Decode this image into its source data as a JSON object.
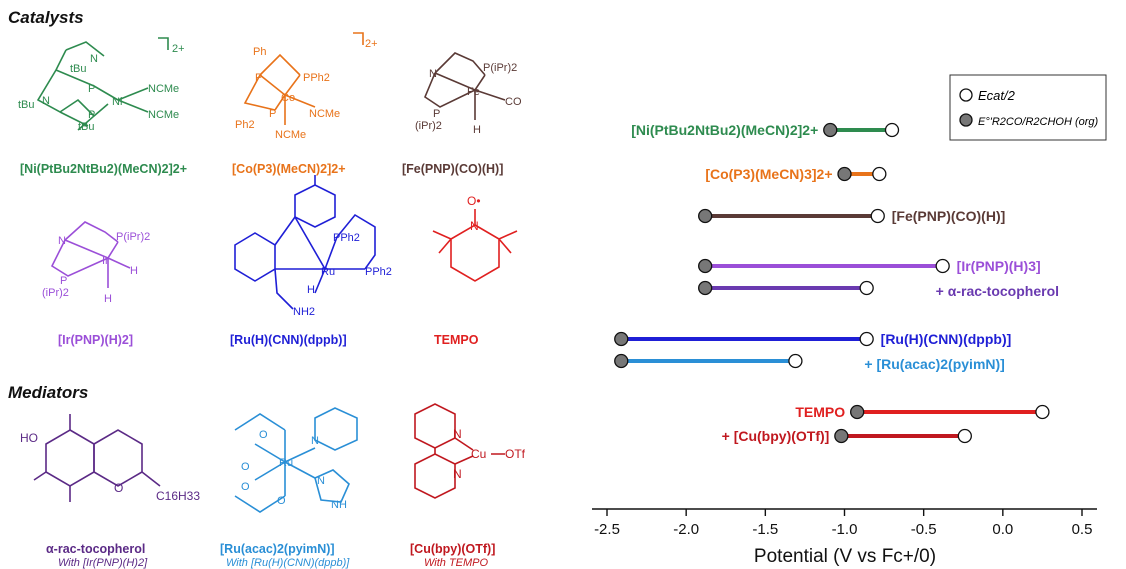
{
  "sections": {
    "catalysts": "Catalysts",
    "mediators": "Mediators"
  },
  "catalysts": [
    {
      "label": "[Ni(PtBu2NtBu2)(MeCN)2]2+",
      "color": "#2e8b4f"
    },
    {
      "label": "[Co(P3)(MeCN)2]2+",
      "color": "#e8731a"
    },
    {
      "label": "[Fe(PNP)(CO)(H)]",
      "color": "#5a3a36"
    },
    {
      "label": "[Ir(PNP)(H)2]",
      "color": "#9b4fd8"
    },
    {
      "label": "[Ru(H)(CNN)(dppb)]",
      "color": "#1f1fd6"
    },
    {
      "label": "TEMPO",
      "color": "#e02020"
    }
  ],
  "mediators": [
    {
      "label": "α-rac-tocopherol",
      "sublabel": "With [Ir(PNP)(H)2]",
      "color": "#5b2a86"
    },
    {
      "label": "[Ru(acac)2(pyimN)]",
      "sublabel": "With [Ru(H)(CNN)(dppb)]",
      "color": "#2a8fd6"
    },
    {
      "label": "[Cu(bpy)(OTf)]",
      "sublabel": "With TEMPO",
      "color": "#c0181f"
    }
  ],
  "structure_text": {
    "ni": [
      "tBu",
      "N",
      "tBu",
      "N",
      "P",
      "P",
      "tBu",
      "Ni",
      "NCMe",
      "NCMe",
      "2+"
    ],
    "co": [
      "Ph",
      "P",
      "PPh2",
      "Co",
      "P",
      "Ph2",
      "NCMe",
      "NCMe",
      "2+"
    ],
    "fe": [
      "N",
      "P(iPr)2",
      "Fe",
      "P",
      "(iPr)2",
      "CO",
      "H"
    ],
    "ir": [
      "N",
      "P(iPr)2",
      "Ir",
      "P",
      "(iPr)2",
      "H",
      "H"
    ],
    "ru": [
      "PPh2",
      "Ru",
      "PPh2",
      "H",
      "NH2"
    ],
    "tempo": [
      "O•",
      "N"
    ],
    "toco": [
      "HO",
      "O",
      "C16H33"
    ],
    "ruacac": [
      "O",
      "O",
      "Ru",
      "N",
      "O",
      "O",
      "N",
      "NH"
    ],
    "cu": [
      "N",
      "Cu",
      "OTf",
      "N"
    ]
  },
  "chart_data": {
    "type": "dumbbell",
    "xlabel": "Potential (V vs Fc+/0)",
    "xlim": [
      -2.5,
      0.5
    ],
    "xticks": [
      -2.5,
      -2.0,
      -1.5,
      -1.0,
      -0.5,
      0.0,
      0.5
    ],
    "legend": {
      "position": "top-right",
      "entries": [
        {
          "marker": "open-circle",
          "label": "Ecat/2"
        },
        {
          "marker": "filled-circle",
          "label": "E°'R2CO/R2CHOH (org)"
        }
      ]
    },
    "series": [
      {
        "name": "[Ni(PtBu2NtBu2)(MeCN)2]2+",
        "E_org": -1.09,
        "E_cat2": -0.7,
        "color": "#2e8b4f",
        "label_side": "left"
      },
      {
        "name": "[Co(P3)(MeCN)3]2+",
        "E_org": -1.0,
        "E_cat2": -0.78,
        "color": "#e8731a",
        "label_side": "left"
      },
      {
        "name": "[Fe(PNP)(CO)(H)]",
        "E_org": -1.88,
        "E_cat2": -0.79,
        "color": "#5a3a36",
        "label_side": "right"
      },
      {
        "name": "[Ir(PNP)(H)3]",
        "E_org": -1.88,
        "E_cat2": -0.38,
        "color": "#9b4fd8",
        "label_side": "right"
      },
      {
        "name": "+ α-rac-tocopherol",
        "E_org": -1.88,
        "E_cat2": -0.86,
        "color": "#6a3ab0",
        "label_side": "right"
      },
      {
        "name": "[Ru(H)(CNN)(dppb)]",
        "E_org": -2.41,
        "E_cat2": -0.86,
        "color": "#1f1fd6",
        "label_side": "right"
      },
      {
        "name": "+ [Ru(acac)2(pyimN)]",
        "E_org": -2.41,
        "E_cat2": -1.31,
        "color": "#2a8fd6",
        "label_side": "right"
      },
      {
        "name": "TEMPO",
        "E_org": -0.92,
        "E_cat2": 0.25,
        "color": "#e02020",
        "label_side": "left"
      },
      {
        "name": "+ [Cu(bpy)(OTf)]",
        "E_org": -1.02,
        "E_cat2": -0.24,
        "color": "#c0181f",
        "label_side": "left"
      }
    ]
  }
}
